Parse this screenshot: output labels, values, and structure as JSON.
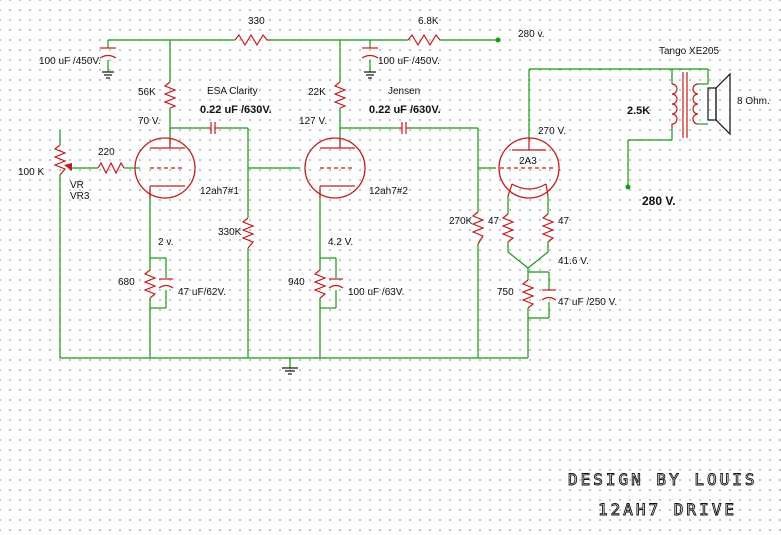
{
  "labels": {
    "r330": "330",
    "r6k8": "6.8K",
    "b_plus_top": "280 v.",
    "cap_filter_1": "100 uF /450V.",
    "cap_filter_2": "100 uF /450V.",
    "transformer": "Tango XE205",
    "r56k": "56K",
    "esa_clarity": "ESA Clarity",
    "r22k": "22K",
    "jensen": "Jensen",
    "speaker": "8 Ohm.",
    "coupling_cap_1": "0.22 uF /630V.",
    "coupling_cap_2": "0.22 uF /630V.",
    "impedance": "2.5K",
    "v_plate_1": "70 V.",
    "v_plate_2": "127 V.",
    "v_plate_2a3": "270 V.",
    "r220": "220",
    "tube_2a3": "2A3",
    "pot": "100 K",
    "vr": "VR",
    "vr3": "VR3",
    "tube_1": "12ah7#1",
    "tube_2": "12ah7#2",
    "b_plus_out": "280 V.",
    "r270k": "270K",
    "r47_left": "47",
    "r47_right": "47",
    "r330k": "330K",
    "v_cathode_1": "2 v.",
    "v_cathode_2": "4.2 V.",
    "v_cathode_2a3": "41.6 V.",
    "r680": "680",
    "r940": "940",
    "cap_cathode_1": "47 uF/62V.",
    "cap_cathode_2": "100 uF /63V.",
    "r750": "750",
    "cap_cathode_3": "47 uF /250 V."
  },
  "signature": {
    "line1": "DESIGN BY LOUIS",
    "line2": "12AH7 DRIVE"
  },
  "colors": {
    "wire": "#159a15",
    "component": "#c41a1a",
    "text": "#111111",
    "grid_dots": "#b4b4b4"
  }
}
